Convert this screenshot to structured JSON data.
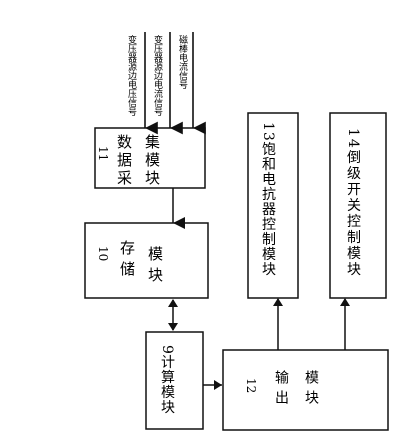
{
  "signals": {
    "transformer_primary_voltage": "变压器源边电压信号",
    "transformer_primary_current": "变压器源边电流信号",
    "neutral_current": "磁棒电流信号"
  },
  "blocks": {
    "data_acquisition": {
      "number": "11",
      "text1": "数据采",
      "text2": "集模块"
    },
    "storage": {
      "number": "10",
      "text1": "存储",
      "text2": "模块"
    },
    "calculation": {
      "label": "9计算模块"
    },
    "output": {
      "number": "12",
      "text1": "输出",
      "text2": "模块"
    },
    "saturation_control": {
      "label": "13饱和电抗器控制模块"
    },
    "tap_switch_control": {
      "label": "14倒级开关控制模块"
    }
  }
}
